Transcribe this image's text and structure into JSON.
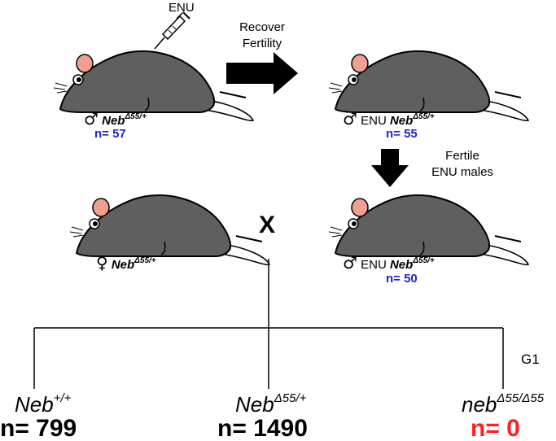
{
  "injection_label": "ENU",
  "arrow_recover": {
    "line1": "Recover",
    "line2": "Fertility"
  },
  "arrow_fertile": {
    "line1": "Fertile",
    "line2": "ENU males"
  },
  "cross_symbol": "X",
  "generation_label": "G1",
  "mice": {
    "male_start": {
      "sex": "♂",
      "prefix": "",
      "gene": "Neb",
      "superscript": "Δ55/+",
      "count": "n= 57"
    },
    "male_recovered": {
      "sex": "♂",
      "prefix": "ENU",
      "gene": "Neb",
      "superscript": "Δ55/+",
      "count": "n= 55"
    },
    "female": {
      "sex": "♀",
      "prefix": "",
      "gene": "Neb",
      "superscript": "Δ55/+"
    },
    "male_fertile": {
      "sex": "♂",
      "prefix": "ENU",
      "gene": "Neb",
      "superscript": "Δ55/+",
      "count": "n= 50"
    }
  },
  "offspring": [
    {
      "gene": "Neb",
      "superscript": "+/+",
      "count": "n= 799"
    },
    {
      "gene": "Neb",
      "superscript": "Δ55/+",
      "count": "n= 1490"
    },
    {
      "gene": "neb",
      "superscript": "Δ55/Δ55",
      "count": "n= 0"
    }
  ],
  "colors": {
    "mouse_body": "#5f5f5f",
    "mouse_ear": "#f0a090",
    "count_blue": "#2222cc",
    "count_red": "#ff2020"
  }
}
